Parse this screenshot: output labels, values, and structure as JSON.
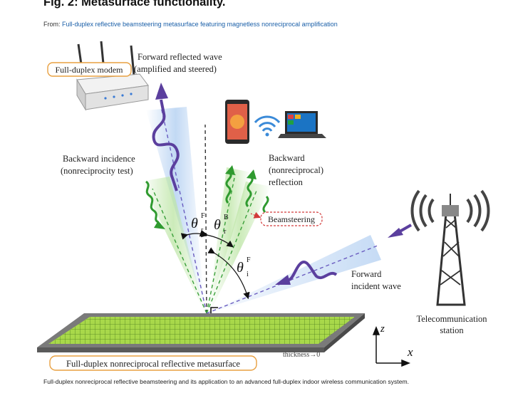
{
  "header": {
    "title": "Fig. 2: Metasurface functionality.",
    "from_prefix": "From:",
    "from_link": "Full-duplex reflective beamsteering metasurface featuring magnetless nonreciprocal amplification"
  },
  "diagram": {
    "modem_label": "Full-duplex modem",
    "forward_reflected_line1": "Forward reflected wave",
    "forward_reflected_line2": "(amplified and steered)",
    "backward_incidence_line1": "Backward incidence",
    "backward_incidence_line2": "(nonreciprocity test)",
    "backward_reflection_line1": "Backward",
    "backward_reflection_line2": "(nonreciprocal)",
    "backward_reflection_line3": "reflection",
    "beamsteering_label": "Beamsteering",
    "theta_symbol": "θ",
    "theta_rf_sup": "F",
    "theta_rf_sub": "r",
    "theta_rb_sup": "B",
    "theta_rb_sub": "r",
    "theta_if_sup": "F",
    "theta_if_sub": "i",
    "forward_incident_line1": "Forward",
    "forward_incident_line2": "incident wave",
    "telecom_line1": "Telecommunication",
    "telecom_line2": "station",
    "thickness_label": "thickness→0",
    "axis_z": "z",
    "axis_x": "x",
    "metasurface_label": "Full-duplex nonreciprocal reflective metasurface",
    "colors": {
      "forward_wave": "#5b3f9e",
      "backward_wave": "#2f9a2f",
      "label_border": "#e8a040",
      "beamsteering_border": "#d23a3a",
      "metasurface_green": "#a8d84a"
    }
  },
  "caption": "Full-duplex nonreciprocal reflective beamsteering and its application to an advanced full-duplex indoor wireless communication system."
}
